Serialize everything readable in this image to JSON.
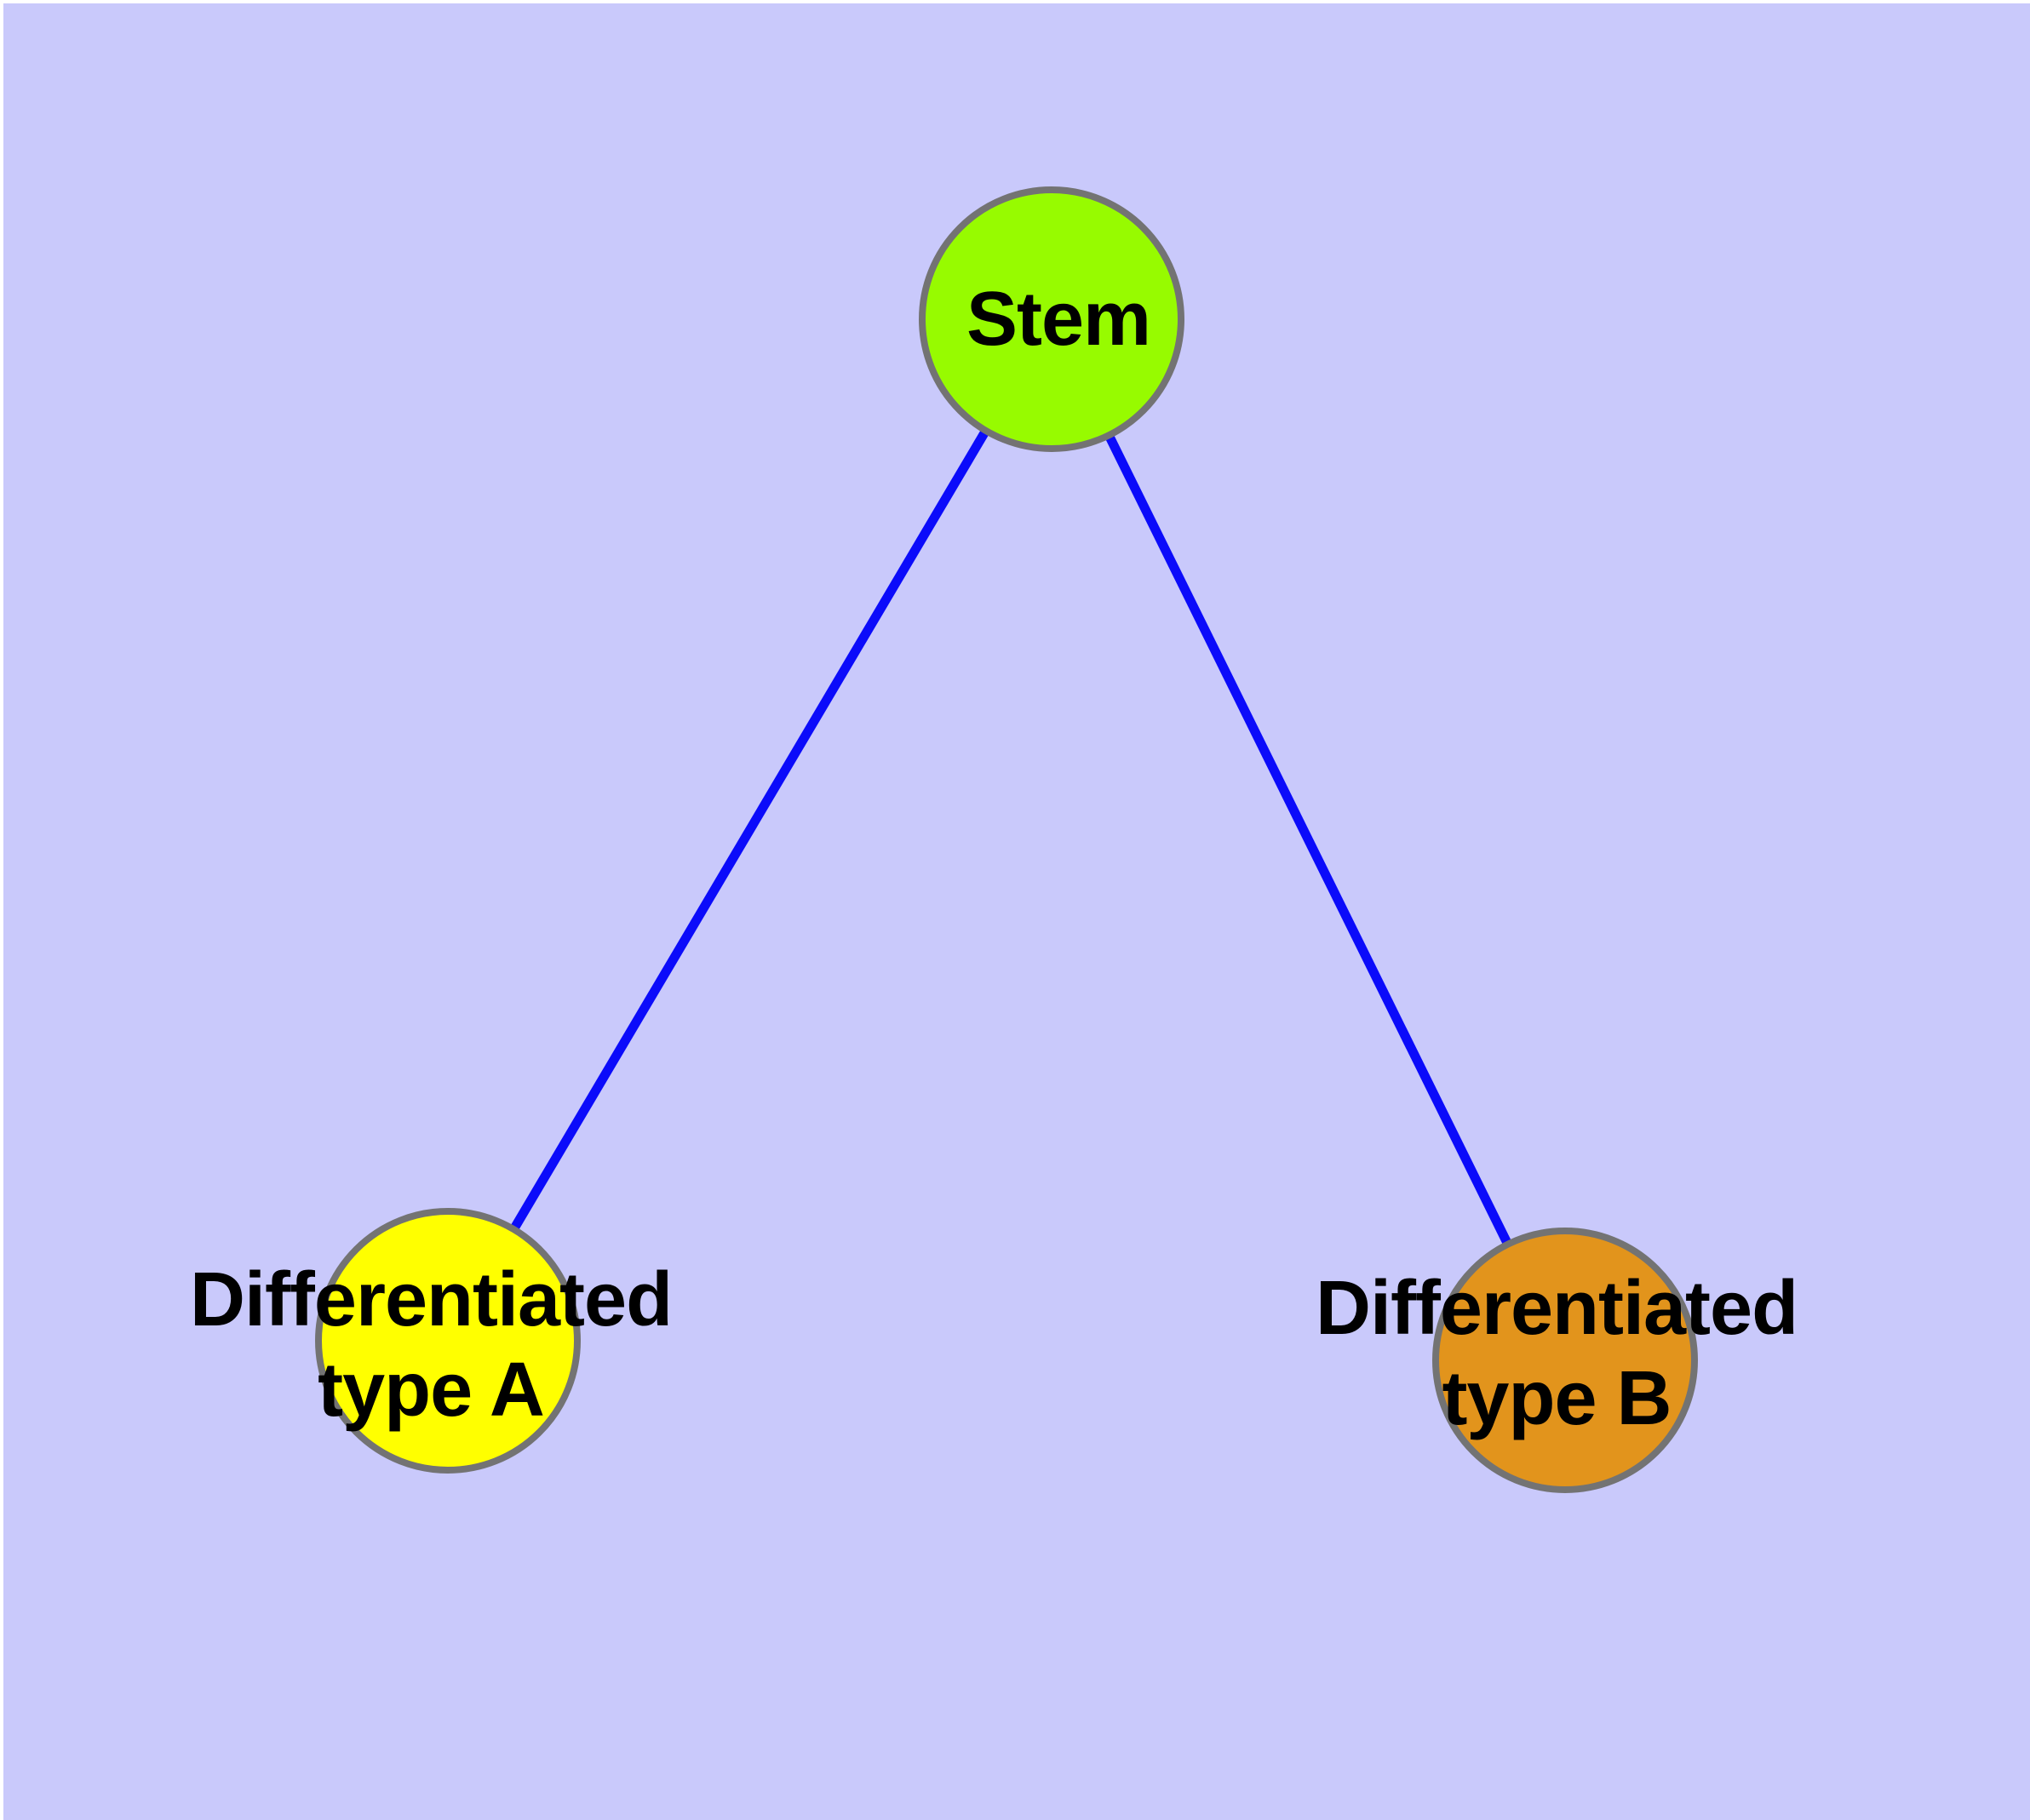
{
  "diagram": {
    "type": "node-link-graph",
    "background_color": "#C9C9FB",
    "page_margin_color": "#FFFFFF",
    "edge_color": "#0B0BFA",
    "node_border_color": "#737373",
    "label_color": "#000000",
    "nodes": [
      {
        "id": "stem",
        "label": "Stem",
        "color": "#97FB00"
      },
      {
        "id": "typeA",
        "label": "Differentiated\ntype A",
        "color": "#FFFF00"
      },
      {
        "id": "typeB",
        "label": "Differentiated\ntype B",
        "color": "#E2941C"
      }
    ],
    "edges": [
      {
        "from": "stem",
        "to": "typeA"
      },
      {
        "from": "stem",
        "to": "typeB"
      }
    ]
  }
}
